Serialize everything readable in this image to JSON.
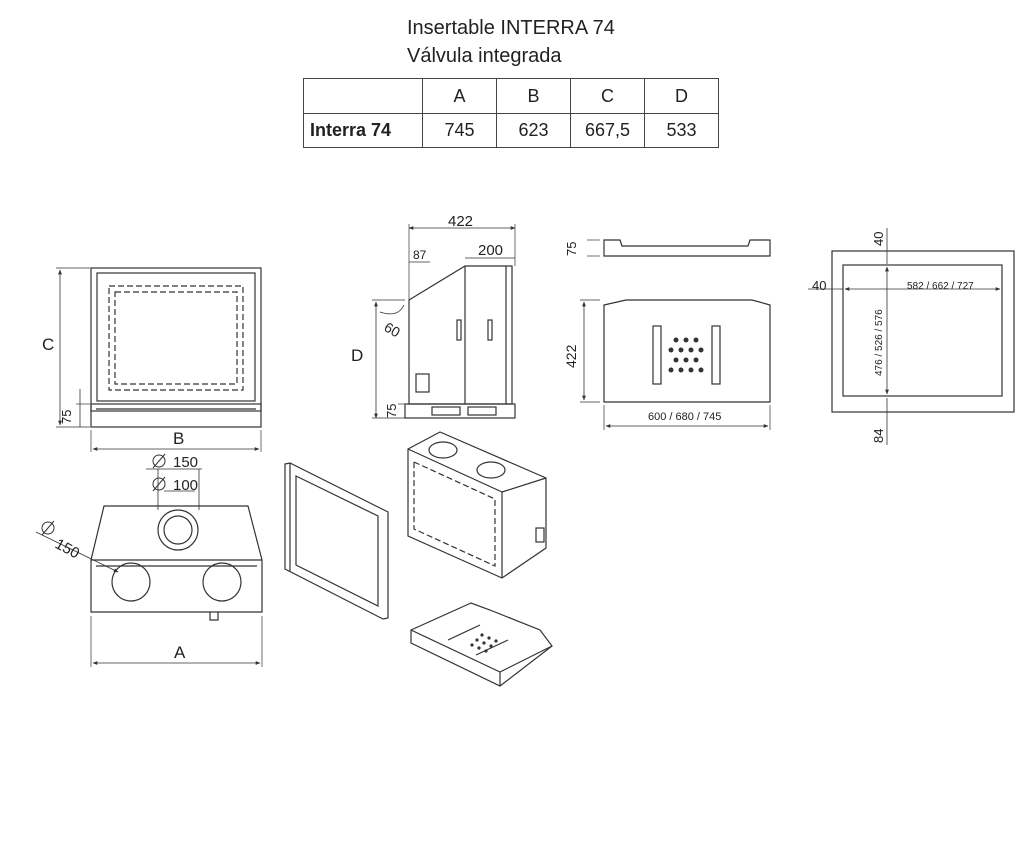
{
  "title": {
    "line1": "Insertable INTERRA 74",
    "line2": "Válvula integrada"
  },
  "table": {
    "headers": [
      "A",
      "B",
      "C",
      "D"
    ],
    "row_label": "Interra 74",
    "values": [
      "745",
      "623",
      "667,5",
      "533"
    ]
  },
  "labels": {
    "front_C": "C",
    "front_75": "75",
    "front_B": "B",
    "top_phi150": "150",
    "top_phi100": "100",
    "top_phi150_side": "150",
    "top_A": "A",
    "side_422": "422",
    "side_87": "87",
    "side_200": "200",
    "side_60": "60",
    "side_D": "D",
    "side_75": "75",
    "base_75": "75",
    "base_422": "422",
    "base_width": "600 / 680 / 745",
    "frame_40_top": "40",
    "frame_40_left": "40",
    "frame_width": "582 / 662 / 727",
    "frame_height": "476 / 526 / 576",
    "frame_84": "84"
  }
}
